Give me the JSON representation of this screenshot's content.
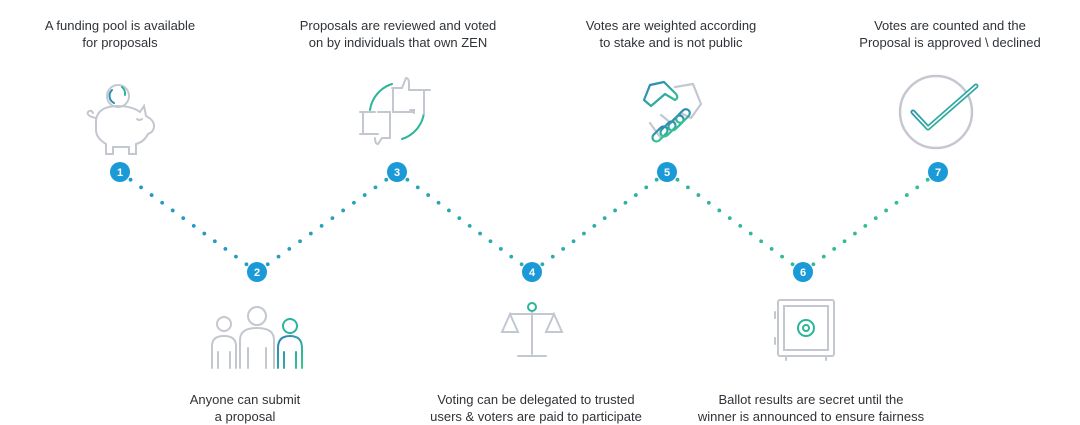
{
  "steps": [
    {
      "number": "1",
      "lines": [
        "A funding pool is available",
        "for proposals"
      ],
      "icon": "piggy-bank-icon"
    },
    {
      "number": "2",
      "lines": [
        "Anyone can submit",
        "a proposal"
      ],
      "icon": "people-icon"
    },
    {
      "number": "3",
      "lines": [
        "Proposals are reviewed and voted",
        "on by individuals that own ZEN"
      ],
      "icon": "thumbs-up-down-icon"
    },
    {
      "number": "4",
      "lines": [
        "Voting can be delegated to trusted",
        "users & voters are paid to participate"
      ],
      "icon": "scales-icon"
    },
    {
      "number": "5",
      "lines": [
        "Votes are weighted according",
        "to stake and is not public"
      ],
      "icon": "handshake-icon"
    },
    {
      "number": "6",
      "lines": [
        "Ballot results are secret until the",
        "winner is announced to ensure fairness"
      ],
      "icon": "safe-icon"
    },
    {
      "number": "7",
      "lines": [
        "Votes are counted and the",
        "Proposal is approved \\ declined"
      ],
      "icon": "checkmark-circle-icon"
    }
  ],
  "colors": {
    "node": "#1b9ad8",
    "dot_start": "#2196c9",
    "dot_end": "#33c08e",
    "icon_gray": "#c3c7d0",
    "icon_accent": "#2bb59a"
  }
}
